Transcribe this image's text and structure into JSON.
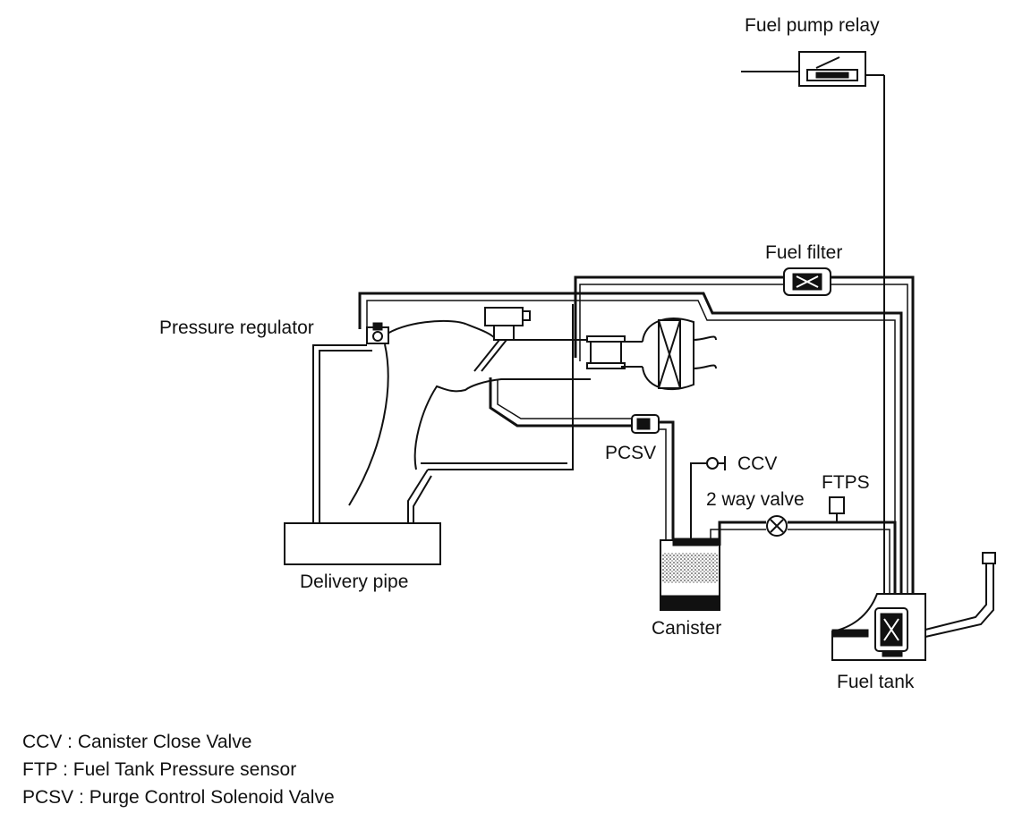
{
  "labels": {
    "fuel_pump_relay": "Fuel pump relay",
    "fuel_filter": "Fuel filter",
    "pressure_regulator": "Pressure regulator",
    "pcsv": "PCSV",
    "ccv": "CCV",
    "ftps": "FTPS",
    "two_way_valve": "2 way valve",
    "delivery_pipe": "Delivery pipe",
    "canister": "Canister",
    "fuel_tank": "Fuel tank"
  },
  "legend": [
    "CCV : Canister Close Valve",
    "FTP : Fuel Tank Pressure sensor",
    "PCSV : Purge Control Solenoid Valve"
  ]
}
